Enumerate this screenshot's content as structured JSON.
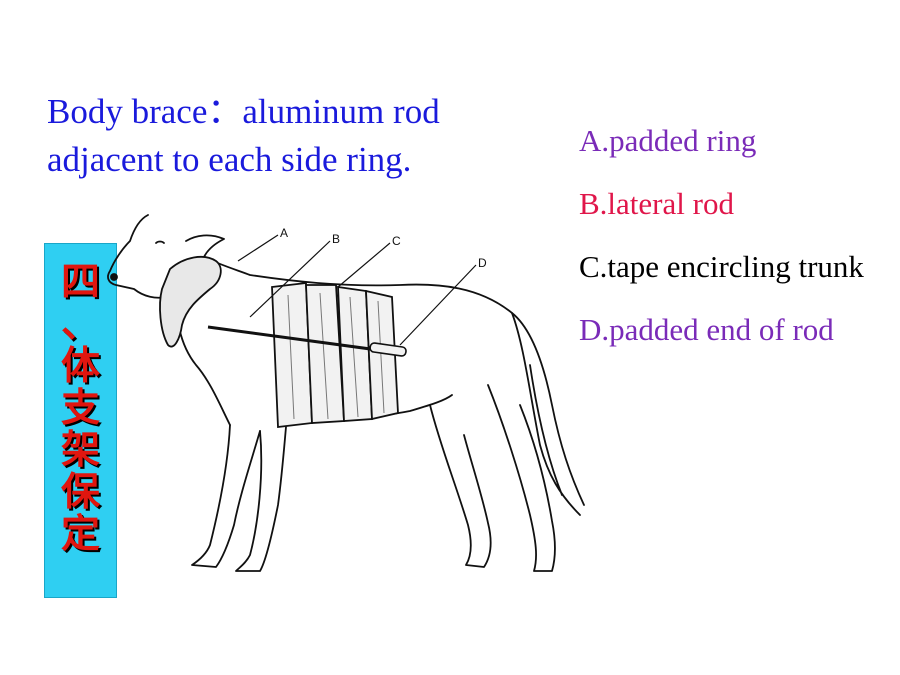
{
  "title": {
    "line1": "Body brace：aluminum rod",
    "line2": "adjacent to each side ring."
  },
  "legend": [
    {
      "text": "A.padded ring",
      "color": "#7a2bb8"
    },
    {
      "text": "B.lateral rod",
      "color": "#e0164a"
    },
    {
      "text": "C.tape encircling trunk",
      "color": "#000000"
    },
    {
      "text": "D.padded end of rod",
      "color": "#7a2bb8"
    }
  ],
  "side_label": {
    "chars": [
      "四",
      "、",
      "体",
      "支",
      "架",
      "保",
      "定"
    ],
    "background": "#2fcff2",
    "text_color": "#e0160f"
  },
  "figure": {
    "callouts": [
      "A",
      "B",
      "C",
      "D"
    ]
  }
}
